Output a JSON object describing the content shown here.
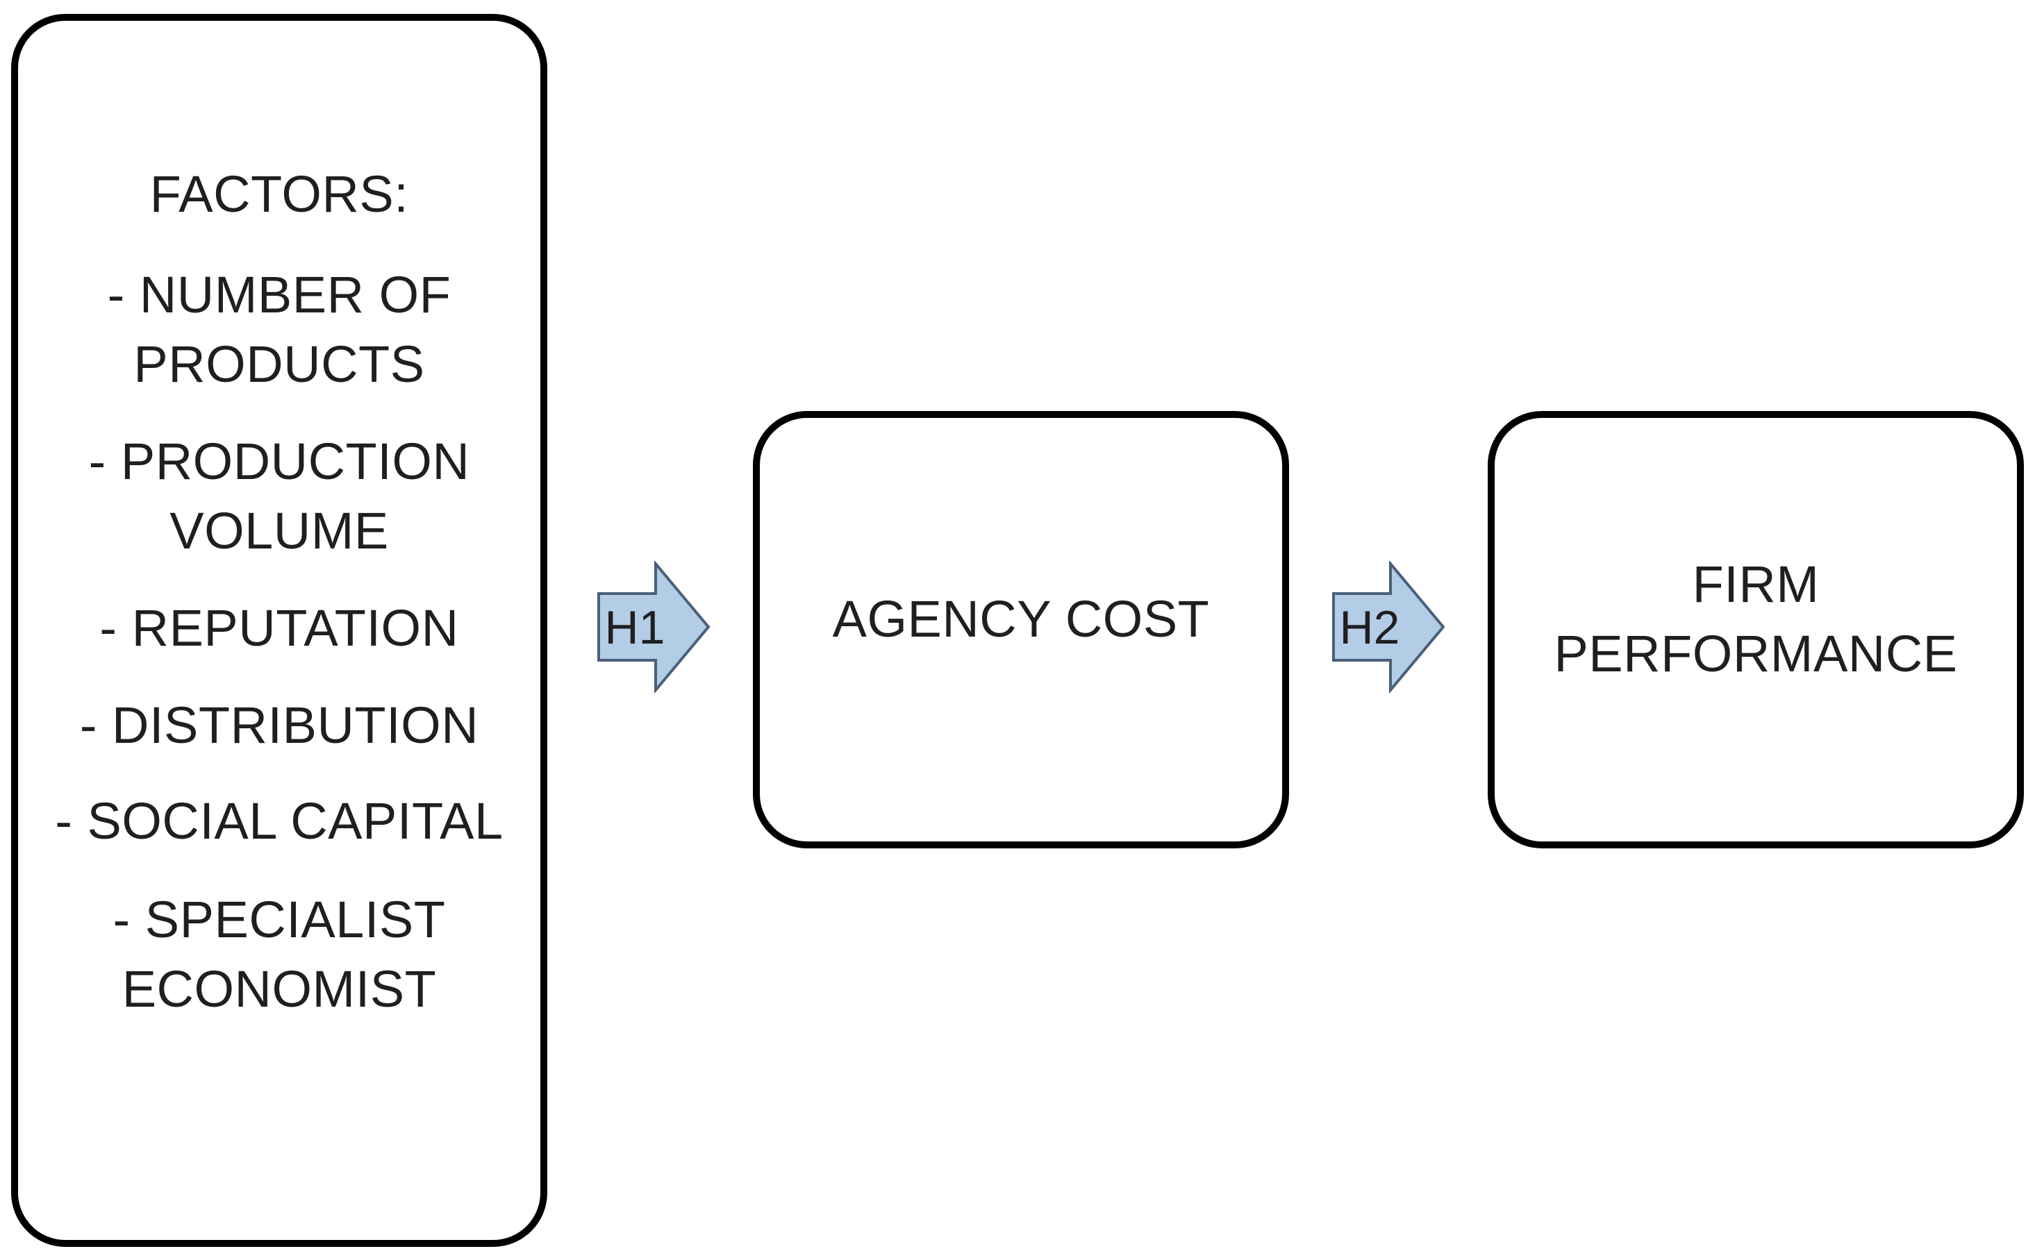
{
  "factors": {
    "heading": "FACTORS:",
    "items": [
      {
        "line1": "- NUMBER OF",
        "line2": "PRODUCTS"
      },
      {
        "line1": "- PRODUCTION",
        "line2": "VOLUME"
      },
      {
        "line1": "- REPUTATION"
      },
      {
        "line1": "- DISTRIBUTION"
      },
      {
        "line1": "- SOCIAL CAPITAL"
      },
      {
        "line1": "- SPECIALIST",
        "line2": "ECONOMIST"
      }
    ]
  },
  "arrows": {
    "h1": {
      "label": "H1"
    },
    "h2": {
      "label": "H2"
    }
  },
  "agency_cost": {
    "label": "AGENCY COST"
  },
  "firm_performance": {
    "line1": "FIRM",
    "line2": "PERFORMANCE"
  },
  "colors": {
    "arrow_fill": "#b3cde6",
    "arrow_stroke": "#4a5f7a",
    "box_border": "#000000",
    "text": "#1f1f1f"
  }
}
